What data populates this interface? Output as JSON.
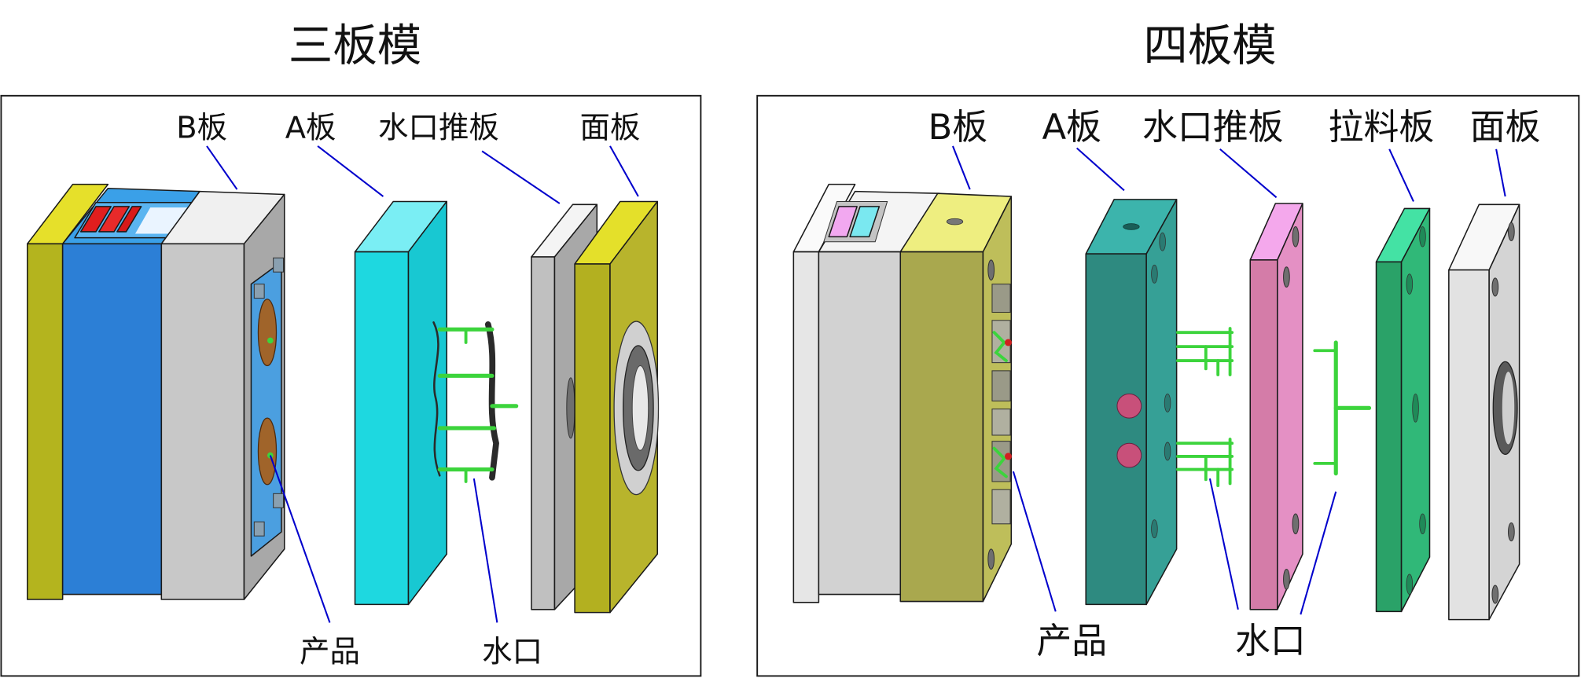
{
  "diagrams": {
    "three_plate": {
      "title": "三板模",
      "labels": {
        "b_plate": "B板",
        "a_plate": "A板",
        "runner_stripper_plate": "水口推板",
        "top_clamp_plate": "面板",
        "product": "产品",
        "runner": "水口"
      }
    },
    "four_plate": {
      "title": "四板模",
      "labels": {
        "b_plate": "B板",
        "a_plate": "A板",
        "runner_stripper_plate": "水口推板",
        "puller_plate": "拉料板",
        "top_clamp_plate": "面板",
        "product": "产品",
        "runner": "水口"
      }
    }
  },
  "colors": {
    "leader_line": "#0000cc",
    "runner_green": "#3cd43c",
    "p3_clamp_top": "#e6e02a",
    "p3_clamp_front": "#b4b41e",
    "p3_cavity_top": "#3aa0e8",
    "p3_cavity_front": "#2c7fd6",
    "p3_b_top": "#f0f0f0",
    "p3_b_front": "#c8c8c8",
    "p3_b_side": "#a8a8a8",
    "p3_a_top": "#7aeef4",
    "p3_a_front": "#1ed8e0",
    "p3_a_side": "#18c8d2",
    "p3_stripper_top": "#f4f4f4",
    "p3_stripper_front": "#c0c0c0",
    "p3_stripper_side": "#a8a8a8",
    "p3_top_clamp_top": "#e4e02a",
    "p3_top_clamp_front": "#b3b020",
    "p3_top_clamp_side": "#b8b42c",
    "p4_ejector_top": "#fafafa",
    "p4_ejector_front": "#e6e6e6",
    "p4_support_top": "#f4f4f4",
    "p4_support_front": "#d2d2d2",
    "p4_b_top": "#eeee80",
    "p4_b_front": "#a9a84e",
    "p4_b_side": "#bebe5a",
    "p4_a_top": "#3cb4ac",
    "p4_a_front": "#2e8a80",
    "p4_a_side": "#36a096",
    "p4_stripper_top": "#f4a8ec",
    "p4_stripper_front": "#d47ca8",
    "p4_stripper_side": "#e490c4",
    "p4_puller_top": "#44e2a4",
    "p4_puller_front": "#2aa268",
    "p4_puller_side": "#30b878",
    "p4_top_clamp_top": "#f8f8f8",
    "p4_top_clamp_front": "#e2e2e2",
    "p4_top_clamp_side": "#d4d4d4"
  }
}
